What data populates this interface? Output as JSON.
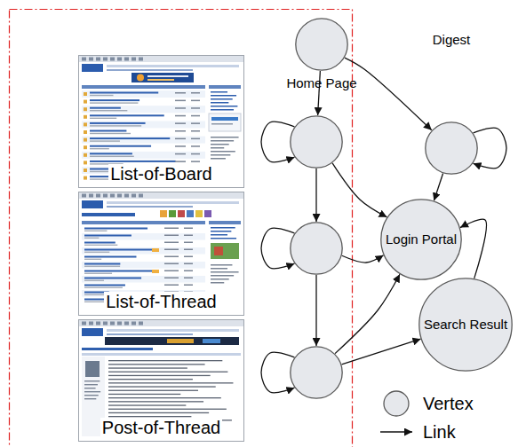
{
  "diagram": {
    "nodes": [
      {
        "text": [
          "Home Page"
        ]
      },
      {
        "text": [
          "Digest"
        ]
      },
      {
        "text": [
          "List-of-Board"
        ]
      },
      {
        "text": []
      },
      {
        "text": [
          "Login Portal"
        ]
      },
      {
        "text": [
          "List-of-Thread"
        ]
      },
      {
        "text": []
      },
      {
        "text": [
          "Search Result"
        ]
      },
      {
        "text": [
          "Post-of-Thread"
        ]
      },
      {
        "text": []
      }
    ],
    "edges": [
      {
        "from": 0,
        "to": 3,
        "arrow": "to"
      },
      {
        "from": 0,
        "to": 1,
        "arrow": "to"
      },
      {
        "from": 3,
        "to": 3,
        "arrow": "to"
      },
      {
        "from": 1,
        "to": 1,
        "arrow": "to"
      },
      {
        "from": 3,
        "to": 6,
        "arrow": "to"
      },
      {
        "from": 3,
        "to": 4,
        "arrow": "to"
      },
      {
        "from": 1,
        "to": 4,
        "arrow": "to"
      },
      {
        "from": 6,
        "to": 6,
        "arrow": "to"
      },
      {
        "from": 6,
        "to": 4,
        "arrow": "to"
      },
      {
        "from": 7,
        "to": 4,
        "arrow": "to"
      },
      {
        "from": 6,
        "to": 9,
        "arrow": "to"
      },
      {
        "from": 9,
        "to": 9,
        "arrow": "to"
      },
      {
        "from": 9,
        "to": 4,
        "arrow": "to"
      },
      {
        "from": 9,
        "to": 7,
        "arrow": "to"
      }
    ],
    "legend": [
      {
        "text": "Vertex"
      },
      {
        "text": "Link"
      }
    ]
  }
}
